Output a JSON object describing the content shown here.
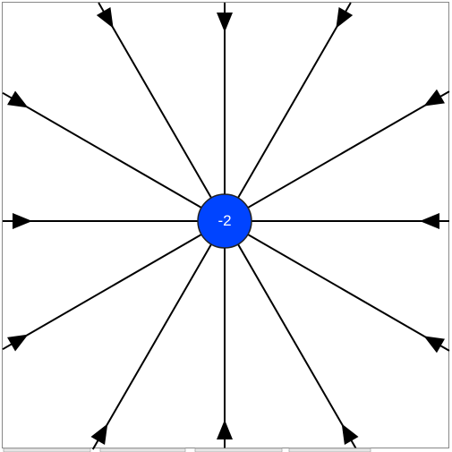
{
  "charge": {
    "label": "-2",
    "fill_color": "#0044ff",
    "text_color": "#ffffff"
  },
  "field": {
    "line_count": 12,
    "direction": "inward",
    "line_color": "#000000"
  },
  "frame_color": "#888888"
}
